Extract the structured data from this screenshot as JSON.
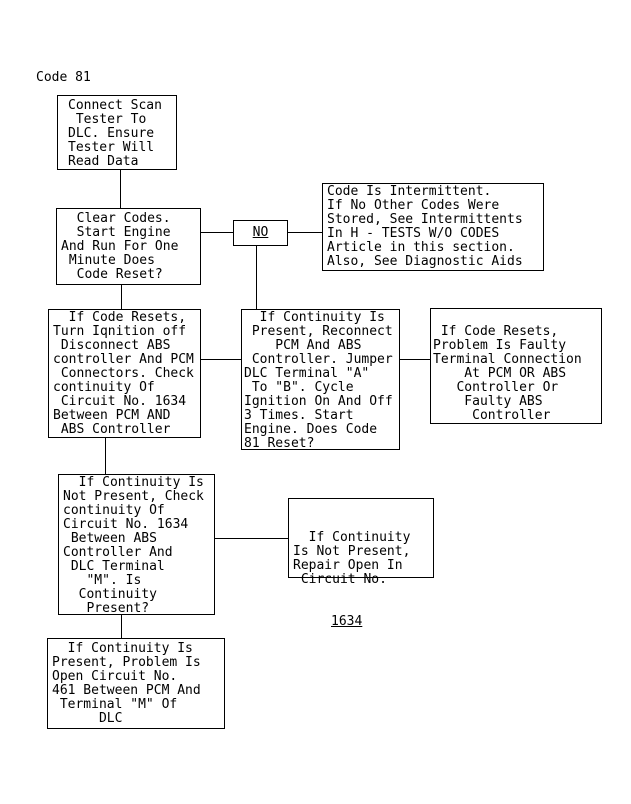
{
  "title": "Code 81",
  "colors": {
    "ink": "#000000",
    "paper": "#ffffff"
  },
  "nodes": {
    "connect_scan": {
      "text": "Connect Scan\n Tester To\nDLC. Ensure\nTester Will\nRead Data"
    },
    "clear_codes": {
      "text": "  Clear Codes.\n  Start Engine\nAnd Run For One\n Minute Does\n  Code Reset?"
    },
    "no_label": {
      "text": "NO"
    },
    "intermittent": {
      "text": "Code Is Intermittent.\nIf No Other Codes Were\nStored, See Intermittents\nIn H - TESTS W/O CODES\nArticle in this section.\nAlso, See Diagnostic Aids"
    },
    "code_resets_check": {
      "text": "  If Code Resets,\nTurn Iqnition off\n Disconnect ABS\ncontroller And PCM\n Connectors. Check\ncontinuity Of\n Circuit No. 1634\nBetween PCM AND\n ABS Controller"
    },
    "continuity_present_reconnect": {
      "text": "  If Continuity Is\n Present, Reconnect\n    PCM And ABS\n Controller. Jumper\nDLC Terminal \"A\"\n To \"B\". Cycle\nIgnition On And Off\n3 Times. Start\nEngine. Does Code\n81 Reset?"
    },
    "faulty_terminal": {
      "text": " If Code Resets,\nProblem Is Faulty\nTerminal Connection\n    At PCM OR ABS\n   Controller Or\n    Faulty ABS\n     Controller"
    },
    "continuity_not_present_check": {
      "text": "  If Continuity Is\nNot Present, Check\ncontinuity Of\nCircuit No. 1634\n Between ABS\nController And\n DLC Terminal\n   \"M\". Is\n  Continuity\n   Present?"
    },
    "repair_open": {
      "text": "  If Continuity\nIs Not Present,\nRepair Open In\n Circuit No.",
      "underlined_text": "1634"
    },
    "open_circuit_461": {
      "text": "  If Continuity Is\nPresent, Problem Is\nOpen Circuit No.\n461 Between PCM And\n Terminal \"M\" Of\n      DLC"
    }
  }
}
